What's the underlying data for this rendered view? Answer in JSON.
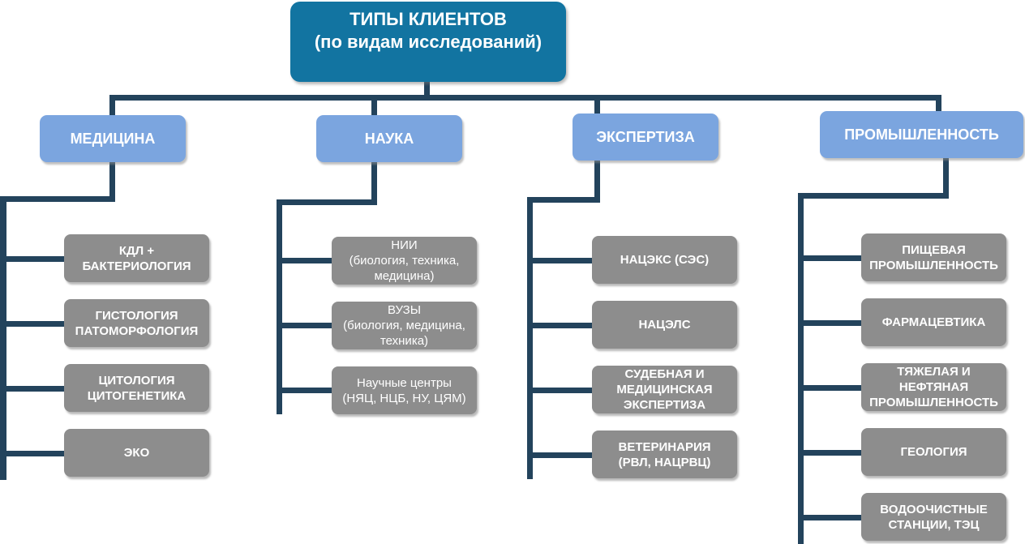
{
  "root": {
    "title_line1": "ТИПЫ КЛИЕНТОВ",
    "title_line2": "(по видам исследований)"
  },
  "categories": [
    {
      "label": "МЕДИЦИНА",
      "items": [
        "КДЛ +\nБАКТЕРИОЛОГИЯ",
        "ГИСТОЛОГИЯ\nПАТОМОРФОЛОГИЯ",
        "ЦИТОЛОГИЯ\nЦИТОГЕНЕТИКА",
        "ЭКО"
      ]
    },
    {
      "label": "НАУКА",
      "items": [
        "НИИ\n(биология, техника,\nмедицина)",
        "ВУЗЫ\n(биология, медицина,\nтехника)",
        "Научные центры\n(НЯЦ, НЦБ, НУ, ЦЯМ)"
      ]
    },
    {
      "label": "ЭКСПЕРТИЗА",
      "items": [
        "НАЦЭКС (СЭС)",
        "НАЦЭЛС",
        "СУДЕБНАЯ И\nМЕДИЦИНСКАЯ\nЭКСПЕРТИЗА",
        "ВЕТЕРИНАРИЯ\n(РВЛ, НАЦРВЦ)"
      ]
    },
    {
      "label": "ПРОМЫШЛЕННОСТЬ",
      "items": [
        "ПИЩЕВАЯ\nПРОМЫШЛЕННОСТЬ",
        "ФАРМАЦЕВТИКА",
        "ТЯЖЕЛАЯ И\nНЕФТЯНАЯ\nПРОМЫШЛЕННОСТЬ",
        "ГЕОЛОГИЯ",
        "ВОДООЧИСТНЫЕ\nСТАНЦИИ, ТЭЦ"
      ]
    }
  ],
  "colors": {
    "root": "#1274a1",
    "category": "#7ba5df",
    "leaf": "#8d8d8d",
    "connector": "#23435c"
  }
}
